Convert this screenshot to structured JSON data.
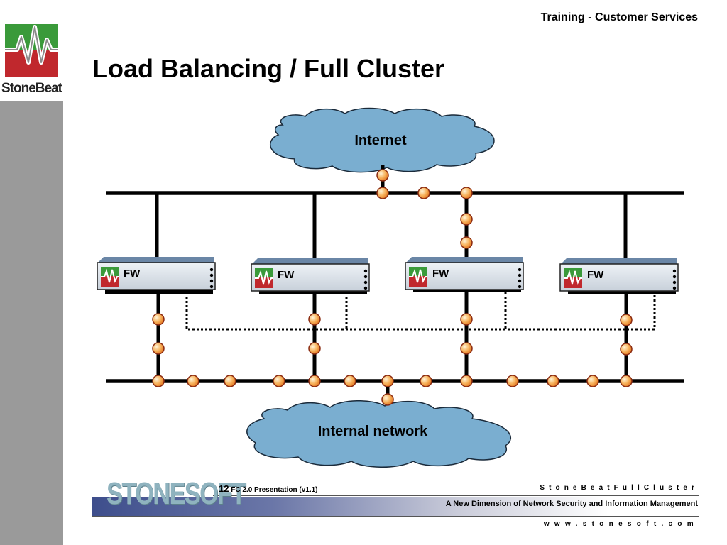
{
  "header": {
    "label": "Training - Customer Services"
  },
  "brand": {
    "logo_text": "StoneBeat",
    "logo_icon": "stonebeat-logo-icon",
    "colors": {
      "green": "#3a9a3a",
      "red": "#c0282d",
      "gray_bar": "#9a9a9a"
    }
  },
  "slide": {
    "title": "Load Balancing / Full Cluster"
  },
  "diagram": {
    "top_cloud": "Internet",
    "bottom_cloud": "Internal network",
    "firewalls": [
      {
        "label": "FW"
      },
      {
        "label": "FW"
      },
      {
        "label": "FW"
      },
      {
        "label": "FW"
      }
    ],
    "colors": {
      "cloud_fill": "#7aaed0",
      "node_fill": "#f59a3c",
      "line": "#000000"
    }
  },
  "footer": {
    "company_logo": "STONESOFT",
    "slide_number": "12",
    "presentation": "FC 2.0 Presentation (v1.1)",
    "product": "StoneBeatFullCluster",
    "tagline": "A New Dimension of Network Security and Information Management",
    "url": "www.stonesoft.com"
  }
}
